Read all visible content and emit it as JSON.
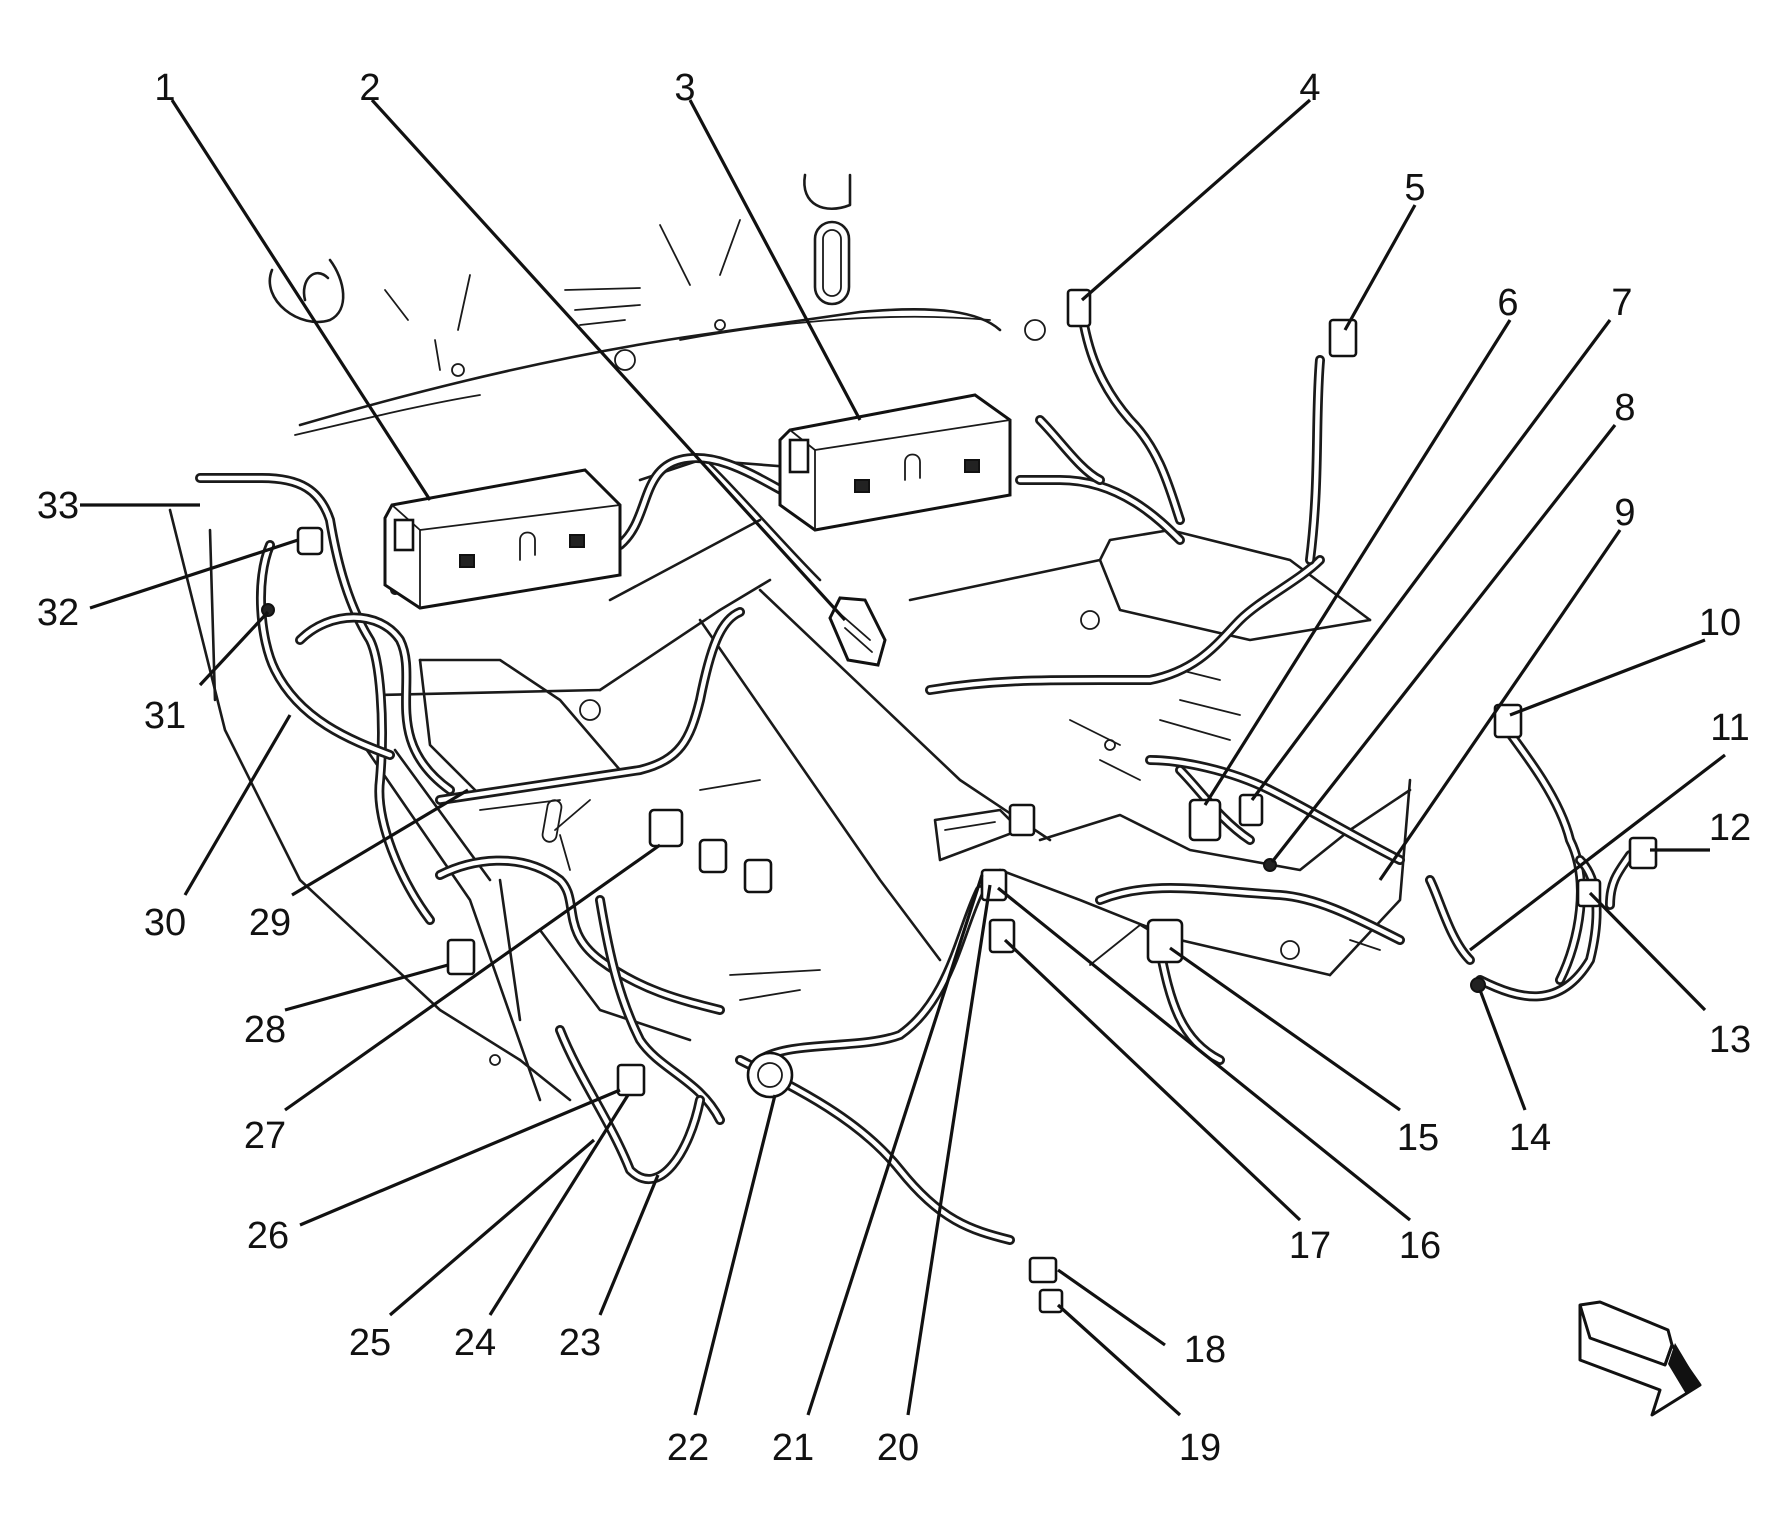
{
  "diagram": {
    "callouts": [
      {
        "id": 1,
        "label": "1"
      },
      {
        "id": 2,
        "label": "2"
      },
      {
        "id": 3,
        "label": "3"
      },
      {
        "id": 4,
        "label": "4"
      },
      {
        "id": 5,
        "label": "5"
      },
      {
        "id": 6,
        "label": "6"
      },
      {
        "id": 7,
        "label": "7"
      },
      {
        "id": 8,
        "label": "8"
      },
      {
        "id": 9,
        "label": "9"
      },
      {
        "id": 10,
        "label": "10"
      },
      {
        "id": 11,
        "label": "11"
      },
      {
        "id": 12,
        "label": "12"
      },
      {
        "id": 13,
        "label": "13"
      },
      {
        "id": 14,
        "label": "14"
      },
      {
        "id": 15,
        "label": "15"
      },
      {
        "id": 16,
        "label": "16"
      },
      {
        "id": 17,
        "label": "17"
      },
      {
        "id": 18,
        "label": "18"
      },
      {
        "id": 19,
        "label": "19"
      },
      {
        "id": 20,
        "label": "20"
      },
      {
        "id": 21,
        "label": "21"
      },
      {
        "id": 22,
        "label": "22"
      },
      {
        "id": 23,
        "label": "23"
      },
      {
        "id": 24,
        "label": "24"
      },
      {
        "id": 25,
        "label": "25"
      },
      {
        "id": 26,
        "label": "26"
      },
      {
        "id": 27,
        "label": "27"
      },
      {
        "id": 28,
        "label": "28"
      },
      {
        "id": 29,
        "label": "29"
      },
      {
        "id": 30,
        "label": "30"
      },
      {
        "id": 31,
        "label": "31"
      },
      {
        "id": 32,
        "label": "32"
      },
      {
        "id": 33,
        "label": "33"
      }
    ],
    "direction_arrow_icon": "front-direction-arrow-icon"
  }
}
